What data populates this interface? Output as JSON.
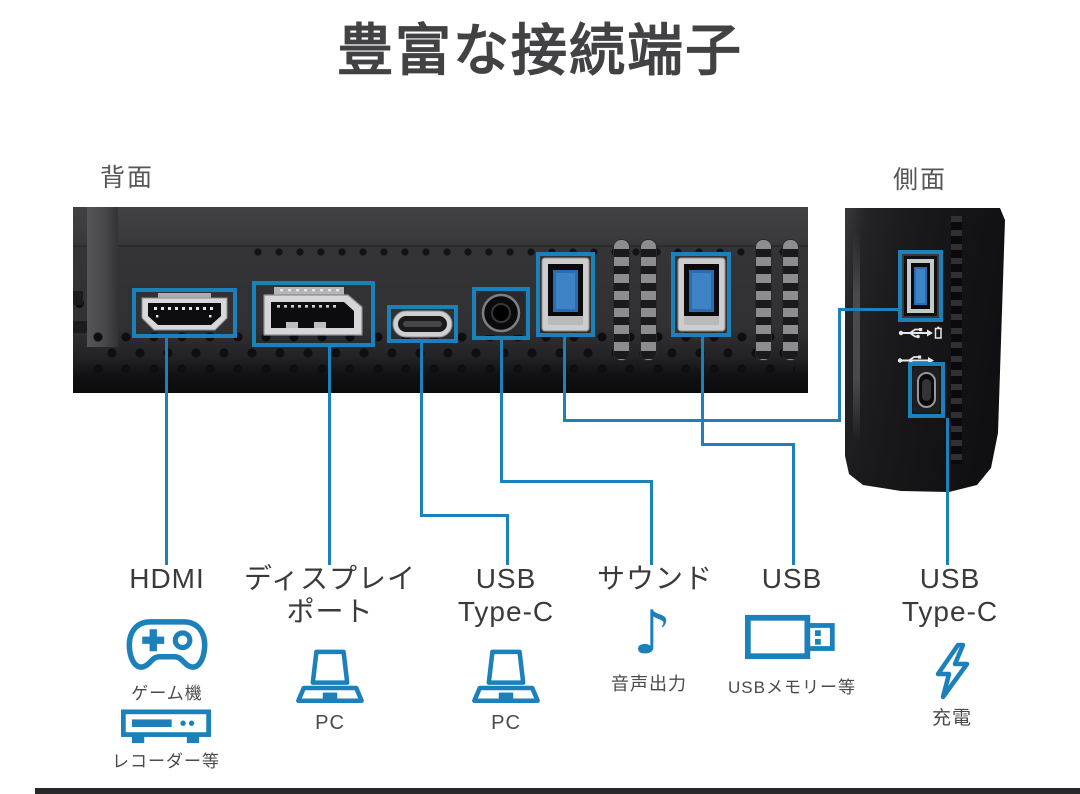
{
  "title": "豊富な接続端子",
  "view_labels": {
    "rear": "背面",
    "side": "側面"
  },
  "colors": {
    "accent_blue": "#1C80BA",
    "panel_gray": "#39393B",
    "label_text": "#3A3A3C",
    "caption_text": "#4B4B4D",
    "title_text": "#424245"
  },
  "icons": {
    "music_note": "♪"
  },
  "ports": [
    {
      "label_line1": "HDMI",
      "label_line2": "",
      "devices": [
        {
          "icon": "gamepad-icon",
          "caption": "ゲーム機"
        },
        {
          "icon": "recorder-icon",
          "caption": "レコーダー等"
        }
      ]
    },
    {
      "label_line1": "ディスプレイ",
      "label_line2": "ポート",
      "devices": [
        {
          "icon": "laptop-icon",
          "caption": "PC"
        }
      ]
    },
    {
      "label_line1": "USB",
      "label_line2": "Type-C",
      "devices": [
        {
          "icon": "laptop-icon",
          "caption": "PC"
        }
      ]
    },
    {
      "label_line1": "サウンド",
      "label_line2": "",
      "devices": [
        {
          "icon": "music-note-icon",
          "caption": "音声出力"
        }
      ]
    },
    {
      "label_line1": "USB",
      "label_line2": "",
      "devices": [
        {
          "icon": "usb-memory-icon",
          "caption": "USBメモリー等"
        }
      ]
    },
    {
      "label_line1": "USB",
      "label_line2": "Type-C",
      "devices": [
        {
          "icon": "lightning-bolt-icon",
          "caption": "充電"
        }
      ]
    }
  ]
}
